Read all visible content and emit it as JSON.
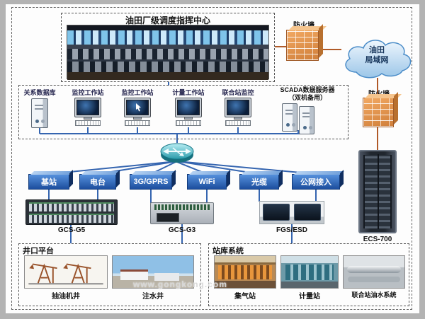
{
  "page": {
    "control_center": {
      "title": "油田厂级调度指挥中心"
    },
    "firewall_top": {
      "label": "防火墙"
    },
    "firewall_right": {
      "label": "防火墙"
    },
    "cloud": {
      "line1": "油田",
      "line2": "局域网"
    },
    "workstation_panel": {
      "items": [
        {
          "label": "关系数据库"
        },
        {
          "label": "监控工作站"
        },
        {
          "label": "监控工作站"
        },
        {
          "label": "计量工作站"
        },
        {
          "label": "联合站监控"
        },
        {
          "label1": "SCADA数据服务器",
          "label2": "（双机备用）"
        }
      ]
    },
    "channels": [
      {
        "label": "基站"
      },
      {
        "label": "电台"
      },
      {
        "label": "3G/GPRS"
      },
      {
        "label": "WiFi"
      },
      {
        "label": "光缆"
      },
      {
        "label": "公网接入"
      }
    ],
    "devices": [
      {
        "label": "GCS-G5"
      },
      {
        "label": "GCS-G3"
      },
      {
        "label": "FGS/ESD"
      },
      {
        "label": "ECS-700"
      }
    ],
    "wellhead_panel": {
      "title": "井口平台",
      "items": [
        {
          "label": "抽油机井"
        },
        {
          "label": "注水井"
        }
      ]
    },
    "station_panel": {
      "title": "站库系统",
      "items": [
        {
          "label": "集气站"
        },
        {
          "label": "计量站"
        },
        {
          "label": "联合站油水系统"
        }
      ]
    },
    "watermark": "www.gongkong.com",
    "colors": {
      "line_network": "#3565b0",
      "line_wan": "#b05a28",
      "channel_blue": "#1d4e9e",
      "firewall_orange": "#e09552"
    }
  }
}
